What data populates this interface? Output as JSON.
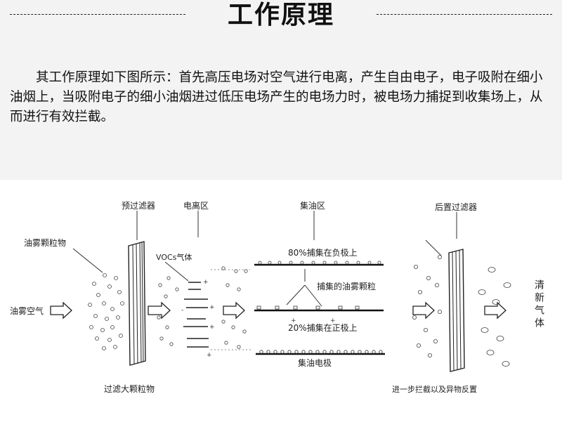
{
  "header": {
    "title": "工作原理"
  },
  "description": "其工作原理如下图所示：首先高压电场对空气进行电离，产生自由电子，电子吸附在细小油烟上，当吸附电子的细小油烟进过低压电场产生的电场力时，被电场力捕捉到收集场上，从而进行有效拦截。",
  "diagram": {
    "labels": {
      "pre_filter": "预过滤器",
      "ionization_zone": "电离区",
      "oil_collection_zone": "集油区",
      "post_filter": "后置过滤器",
      "oil_mist_particles": "油雾颗粒物",
      "vocs_gas": "VOCs气体",
      "negative_plate_note": "80%捕集在负极上",
      "captured_particles": "捕集的油雾颗粒",
      "positive_plate_note": "20%捕集在正极上",
      "oil_collector_plate": "集油电极",
      "oily_air": "油雾空气",
      "large_particles_filtered": "过滤大颗粒物",
      "further_interception": "进一步拦截以及异物反置",
      "clean_gas": "清新气体"
    }
  }
}
